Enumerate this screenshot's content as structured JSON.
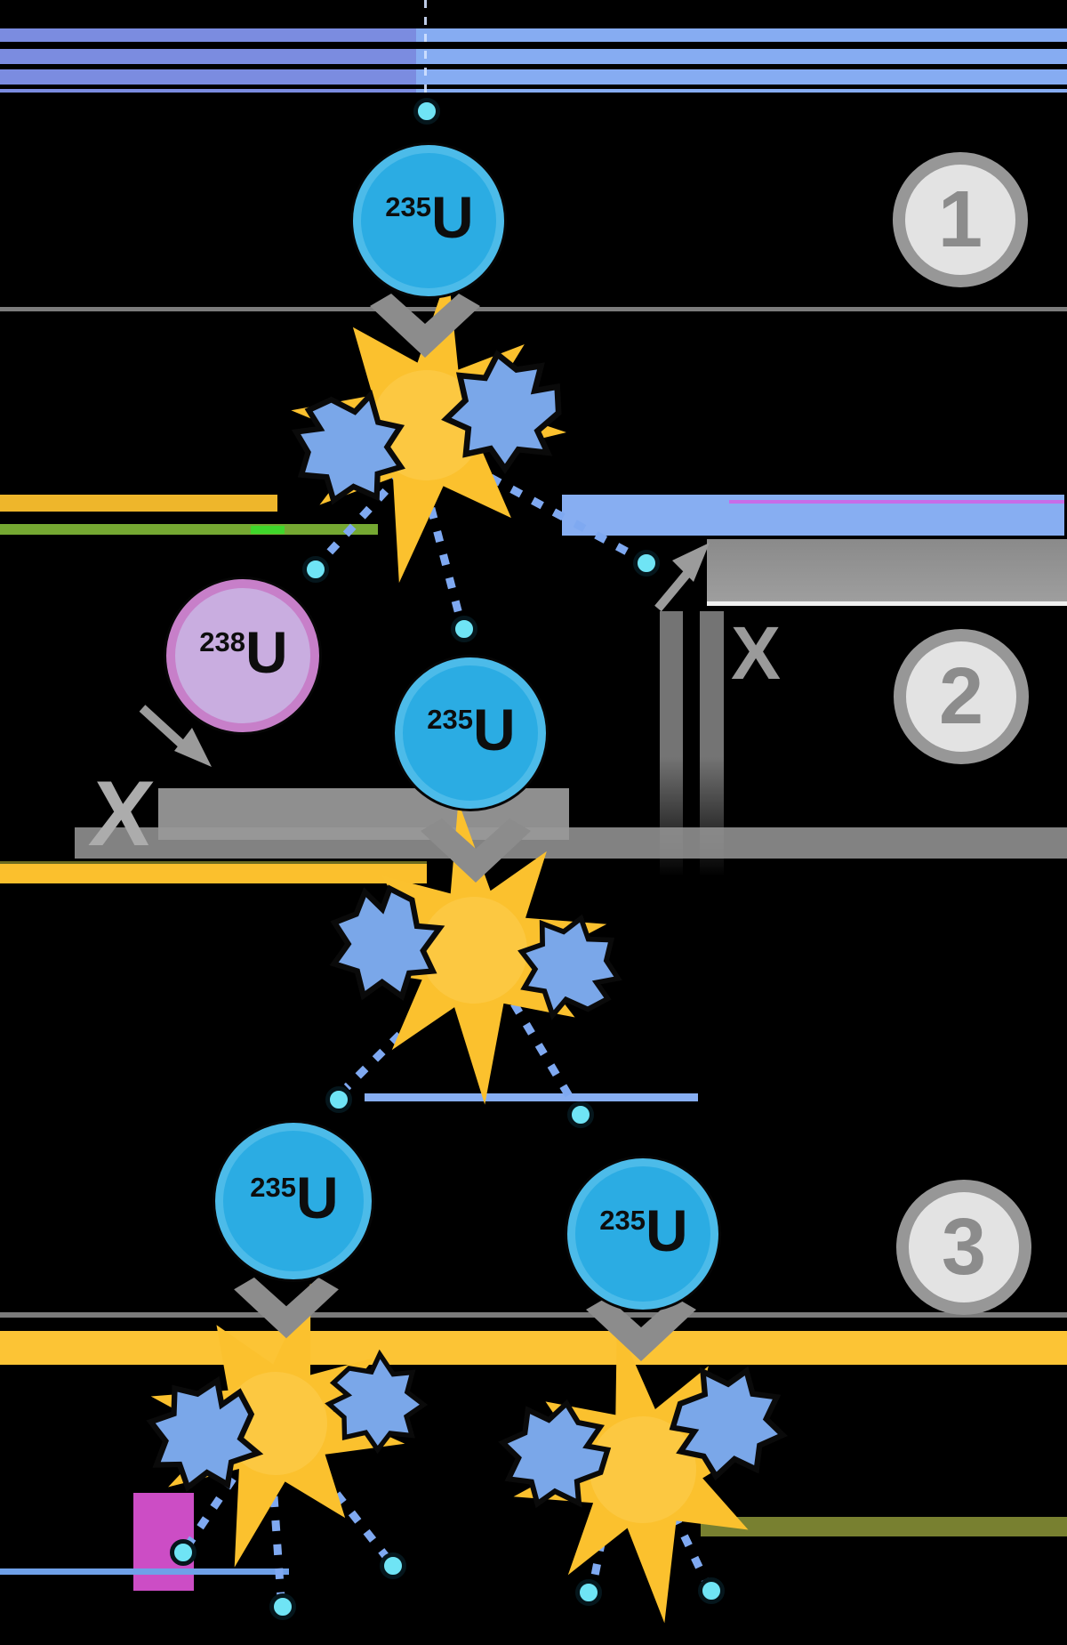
{
  "figure": {
    "type": "nuclear-fission-chain-reaction-diagram",
    "background": "#000000"
  },
  "stages": [
    {
      "number": "1"
    },
    {
      "number": "2"
    },
    {
      "number": "3"
    }
  ],
  "atoms": [
    {
      "mass": "235",
      "symbol": "U",
      "kind": "U-235 target atom, stage 1"
    },
    {
      "mass": "238",
      "symbol": "U",
      "kind": "U-238 non-fissile atom, stage 2"
    },
    {
      "mass": "235",
      "symbol": "U",
      "kind": "U-235 target atom, stage 2"
    },
    {
      "mass": "235",
      "symbol": "U",
      "kind": "U-235 left target atom, stage 3"
    },
    {
      "mass": "235",
      "symbol": "U",
      "kind": "U-235 right target atom, stage 3"
    }
  ],
  "markers": {
    "no_fission": "X"
  },
  "colors": {
    "background": "#000000",
    "u235_fill": "#2BACE3",
    "u235_ring": "#4CBBE9",
    "u238_fill": "#C9ADE0",
    "u238_ring": "#C77FC9",
    "neutron": "#6FE4F5",
    "fission_fragment": "#7AA7E9",
    "explosion": "#FBC12E",
    "neutron_trail": "#7FA9F1",
    "gray_arrow": "#8C8C8C",
    "badge_fill": "#E3E3E3",
    "badge_ring": "#979797"
  }
}
